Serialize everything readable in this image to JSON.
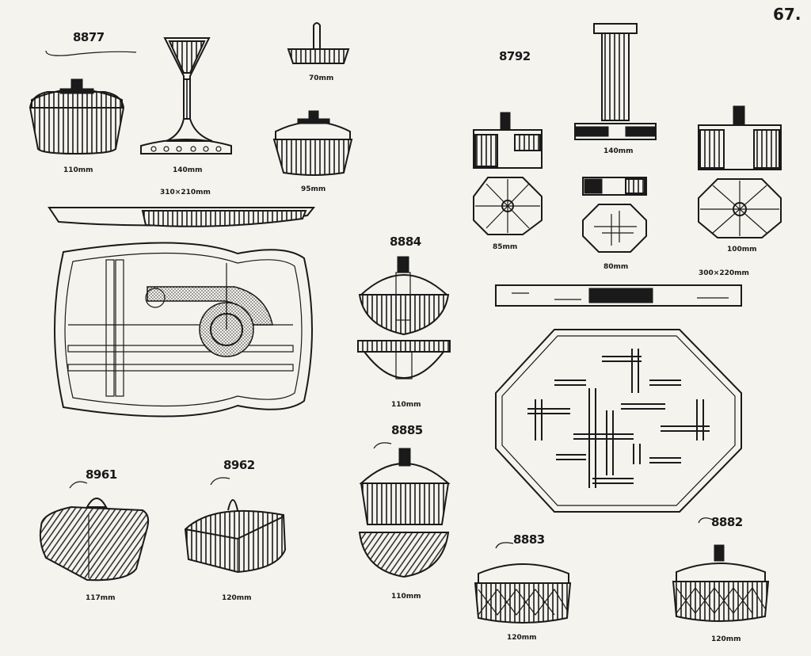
{
  "page_number": "67.",
  "products": [
    {
      "id": "8877",
      "dims": [
        "110mm",
        "140mm",
        "70mm",
        "95mm",
        "310×210mm"
      ]
    },
    {
      "id": "8792",
      "dims": [
        "140mm",
        "85mm",
        "80mm",
        "100mm",
        "300×220mm"
      ]
    },
    {
      "id": "8884",
      "dims": [
        "110mm"
      ]
    },
    {
      "id": "8885",
      "dims": [
        "110mm"
      ]
    },
    {
      "id": "8961",
      "dims": [
        "117mm"
      ]
    },
    {
      "id": "8962",
      "dims": [
        "120mm"
      ]
    },
    {
      "id": "8883",
      "dims": [
        "120mm"
      ]
    },
    {
      "id": "8882",
      "dims": [
        "120mm"
      ]
    }
  ]
}
